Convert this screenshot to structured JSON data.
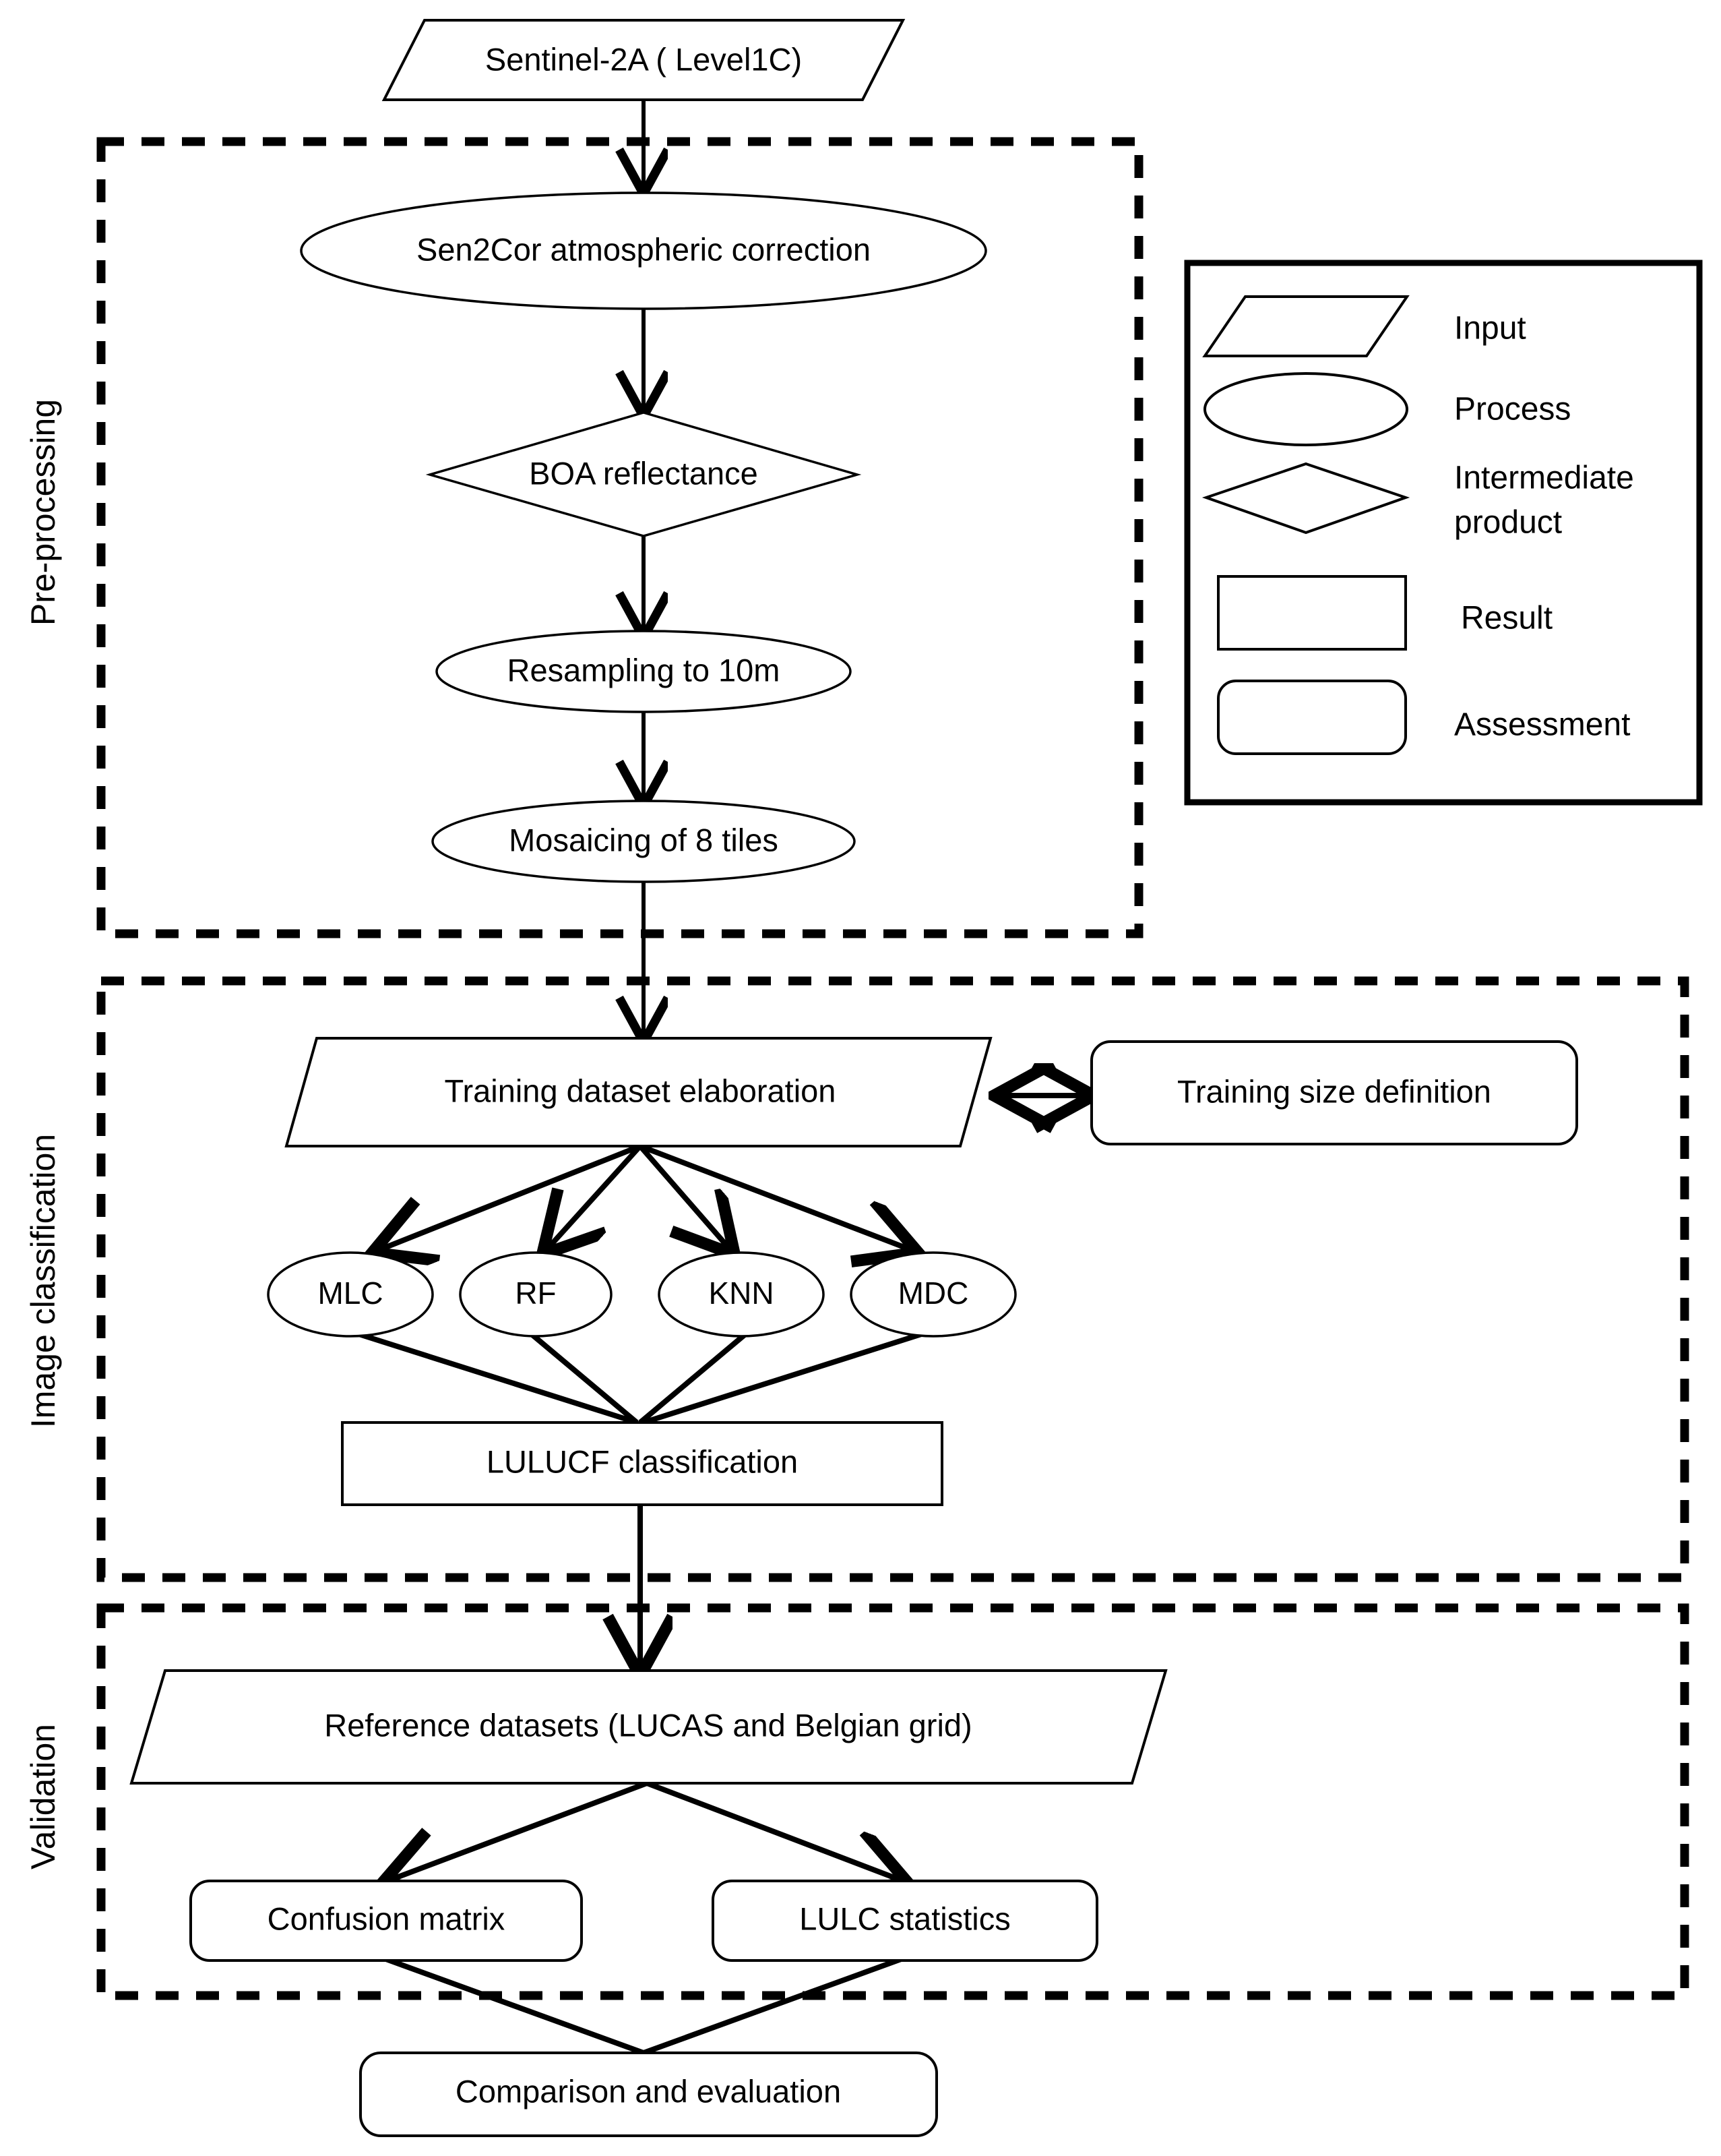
{
  "diagram": {
    "title": "LULUCF classification workflow flowchart",
    "stroke_color": "#000000",
    "background_color": "#ffffff"
  },
  "groups": [
    {
      "id": "pre-processing",
      "label": "Pre-processing"
    },
    {
      "id": "image-classification",
      "label": "Image classification"
    },
    {
      "id": "validation",
      "label": "Validation"
    }
  ],
  "nodes": {
    "input_source": {
      "label": "Sentinel-2A ( Level1C)",
      "shape": "parallelogram"
    },
    "sen2cor": {
      "label": "Sen2Cor atmospheric correction",
      "shape": "ellipse"
    },
    "boa": {
      "label": "BOA reflectance",
      "shape": "diamond"
    },
    "resampling": {
      "label": "Resampling to 10m",
      "shape": "ellipse"
    },
    "mosaicing": {
      "label": "Mosaicing of 8 tiles",
      "shape": "ellipse"
    },
    "training_dataset": {
      "label": "Training dataset elaboration",
      "shape": "parallelogram"
    },
    "training_size": {
      "label": "Training size definition",
      "shape": "rounded-rectangle"
    },
    "classifier_mlc": {
      "label": "MLC",
      "shape": "ellipse"
    },
    "classifier_rf": {
      "label": "RF",
      "shape": "ellipse"
    },
    "classifier_knn": {
      "label": "KNN",
      "shape": "ellipse"
    },
    "classifier_mdc": {
      "label": "MDC",
      "shape": "ellipse"
    },
    "lulucf": {
      "label": "LULUCF classification",
      "shape": "rectangle"
    },
    "reference_datasets": {
      "label": "Reference  datasets (LUCAS and Belgian grid)",
      "shape": "parallelogram"
    },
    "confusion_matrix": {
      "label": "Confusion matrix",
      "shape": "rounded-rectangle"
    },
    "lulc_statistics": {
      "label": "LULC statistics",
      "shape": "rounded-rectangle"
    },
    "comparison": {
      "label": "Comparison and evaluation",
      "shape": "rounded-rectangle"
    }
  },
  "legend": {
    "items": [
      {
        "shape": "parallelogram",
        "label": "Input"
      },
      {
        "shape": "ellipse",
        "label": "Process"
      },
      {
        "shape": "diamond",
        "label": "Intermediate product",
        "label_line1": "Intermediate",
        "label_line2": "product"
      },
      {
        "shape": "rectangle",
        "label": "Result"
      },
      {
        "shape": "rounded-rectangle",
        "label": "Assessment"
      }
    ]
  }
}
